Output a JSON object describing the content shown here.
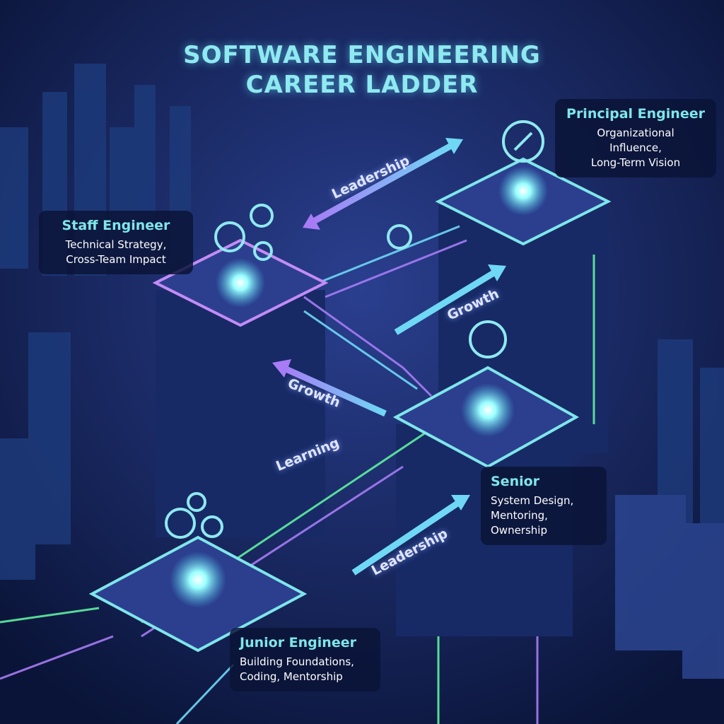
{
  "title": {
    "line1": "SOFTWARE ENGINEERING",
    "line2": "CAREER LADDER"
  },
  "levels": [
    {
      "name": "Junior Engineer",
      "desc1": "Building Foundations,",
      "desc2": "Coding, Mentorship",
      "icon": "gears-icon"
    },
    {
      "name": "Senior",
      "desc1": "System Design,",
      "desc2": "Mentoring,",
      "desc3": "Ownership",
      "icon": "network-icon"
    },
    {
      "name": "Staff Engineer",
      "desc1": "Technical Strategy,",
      "desc2": "Cross-Team Impact",
      "icon": "gears-icon"
    },
    {
      "name": "Principal Engineer",
      "desc1": "Organizational",
      "desc2": "Influence,",
      "desc3": "Long-Term Vision",
      "icon": "compass-icon"
    }
  ],
  "arrows": [
    "Leadership",
    "Growth",
    "Growth",
    "Learning",
    "Leadership"
  ],
  "colors": {
    "background": "#0b1640",
    "accent_cyan": "#7fe6ea",
    "accent_purple": "#a77cf5",
    "accent_green": "#5ff0a0"
  }
}
